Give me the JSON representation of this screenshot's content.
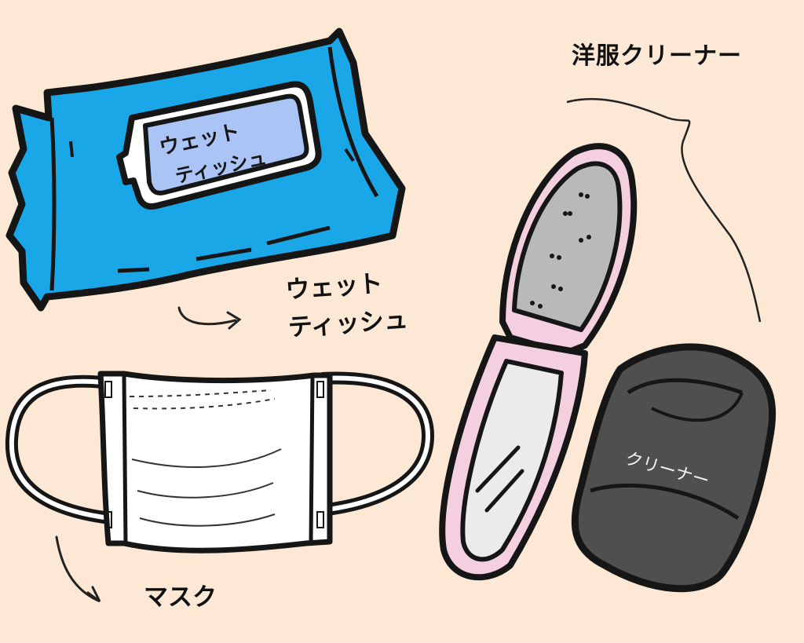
{
  "labels": {
    "clothes_cleaner": "洋服クリーナー",
    "wet_tissue_line1": "ウェット",
    "wet_tissue_line2": "ティッシュ",
    "mask": "マスク"
  },
  "package": {
    "label_line1": "ウェット",
    "label_line2": "ティッシュ"
  },
  "cleaner_device": {
    "label": "クリーナー"
  },
  "colors": {
    "background": "#fce8d4",
    "wet_tissue_pack": "#1aa7e8",
    "wet_tissue_label": "#a9c4f5",
    "mirror_pink": "#f4cfe0",
    "mirror_grey": "#b9b9b9",
    "cleaner_dark": "#4f4f4f",
    "outline": "#161616"
  }
}
